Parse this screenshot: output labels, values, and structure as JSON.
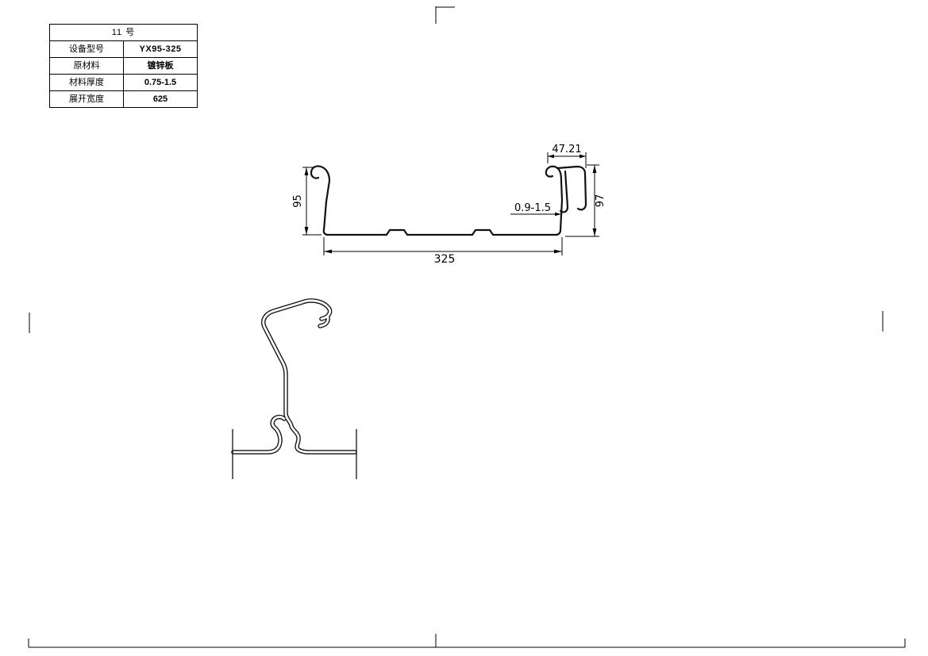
{
  "colors": {
    "ink": "#000000",
    "profile_line": "#111111",
    "background": "#ffffff"
  },
  "title_block": {
    "sheet_no": "11 号",
    "rows": [
      {
        "label": "设备型号",
        "value": "YX95-325"
      },
      {
        "label": "原材料",
        "value": "镀锌板"
      },
      {
        "label": "材料厚度",
        "value": "0.75-1.5"
      },
      {
        "label": "展开宽度",
        "value": "625"
      }
    ]
  },
  "section_view": {
    "dim_top_width": "47.21",
    "dim_left_height": "95",
    "dim_right_height": "97",
    "thickness_range": "0.9-1.5",
    "dim_bottom_width": "325"
  }
}
